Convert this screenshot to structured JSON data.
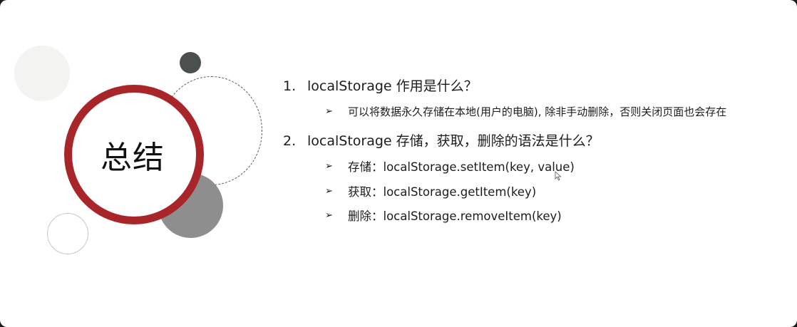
{
  "slide": {
    "title": "总结",
    "questions": [
      {
        "number": "1.",
        "text": "localStorage 作用是什么？",
        "bullets": [
          {
            "icon": "arrow-bullet-icon",
            "text": "可以将数据永久存储在本地(用户的电脑), 除非手动删除，否则关闭页面也会存在"
          }
        ]
      },
      {
        "number": "2.",
        "text": "localStorage 存储，获取，删除的语法是什么？",
        "bullets": [
          {
            "icon": "arrow-bullet-icon",
            "text": "存储：localStorage.setItem(key, value)"
          },
          {
            "icon": "arrow-bullet-icon",
            "text": "获取：localStorage.getItem(key)"
          },
          {
            "icon": "arrow-bullet-icon",
            "text": "删除：localStorage.removeItem(key)"
          }
        ]
      }
    ],
    "bullet_glyph": "➢",
    "colors": {
      "accent_red": "#a8262a",
      "dark_dot": "#4b4f4e",
      "gray_circle": "#8e8e8e",
      "light_circle": "#f3f3f2"
    }
  }
}
